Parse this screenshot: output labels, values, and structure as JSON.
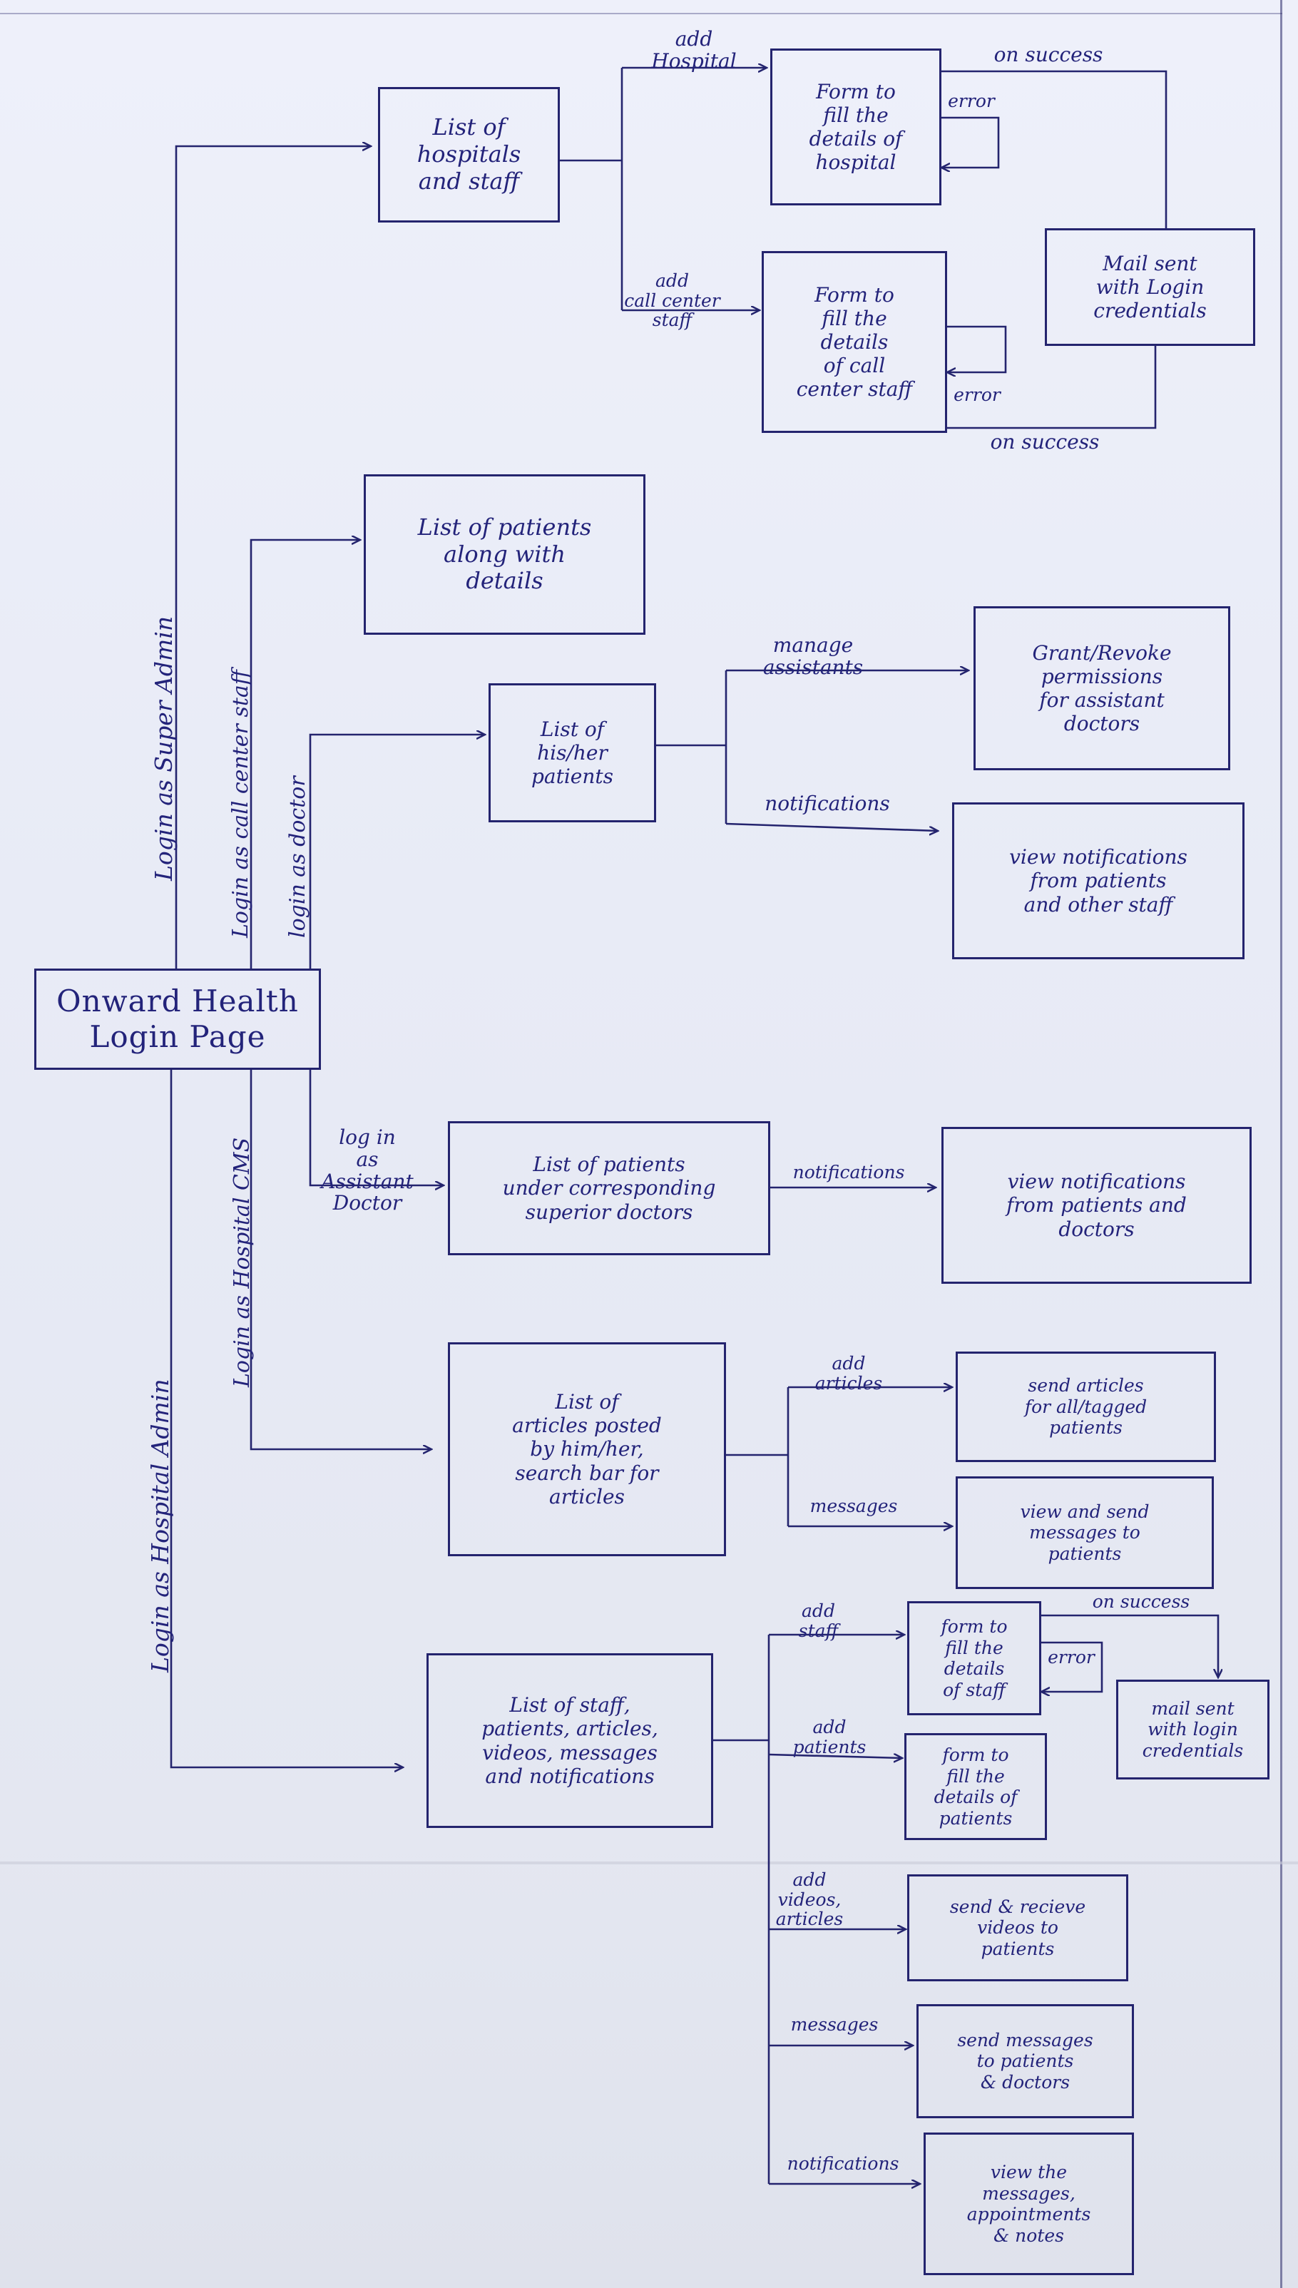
{
  "diagram": {
    "nodes": {
      "login_page": "Onward Health\nLogin Page",
      "hospitals_staff": "List of\nhospitals\nand staff",
      "form_hospital": "Form to\nfill the\ndetails of\nhospital",
      "form_callcenter": "Form to\nfill the\ndetails\nof call\ncenter staff",
      "mail_sent_top": "Mail sent\nwith Login\ncredentials",
      "patients_details": "List of patients\nalong with\ndetails",
      "his_her_patients": "List of\nhis/her\npatients",
      "grant_revoke": "Grant/Revoke\npermissions\nfor assistant\ndoctors",
      "view_notif_doctor": "view notifications\nfrom patients\nand other staff",
      "patients_superior": "List of patients\nunder corresponding\nsuperior doctors",
      "view_notif_assistant": "view notifications\nfrom patients and\ndoctors",
      "articles_posted": "List of\narticles posted\nby him/her,\nsearch bar for\narticles",
      "send_articles": "send articles\nfor all/tagged\npatients",
      "view_send_messages": "view and send\nmessages to\npatients",
      "list_staff_patients": "List of staff,\npatients, articles,\nvideos, messages\nand notifications",
      "form_staff": "form to\nfill the\ndetails\nof staff",
      "mail_sent_bottom": "mail sent\nwith login\ncredentials",
      "form_patients": "form to\nfill the\ndetails of\npatients",
      "send_receive_videos": "send & recieve\nvideos to\npatients",
      "send_messages": "send messages\nto patients\n& doctors",
      "view_messages_appointments": "view the\nmessages,\nappointments\n& notes"
    },
    "edge_labels": {
      "login_super_admin": "Login as Super Admin",
      "login_call_center": "Login as call center staff",
      "login_doctor": "login as doctor",
      "login_assistant": "log in\nas\nAssistant\nDoctor",
      "login_cms": "Login as Hospital CMS",
      "login_hospital_admin": "Login as Hospital Admin",
      "add_hospital": "add\nHospital",
      "add_call_center": "add\ncall center\nstaff",
      "error_1": "error",
      "error_2": "error",
      "on_success_1": "on success",
      "on_success_2": "on success",
      "manage_assistants": "manage\nassistants",
      "notifications_doctor": "notifications",
      "notifications_assistant": "notifications",
      "add_articles": "add\narticles",
      "messages_cms": "messages",
      "add_staff": "add\nstaff",
      "error_3": "error",
      "on_success_3": "on success",
      "add_patients": "add\npatients",
      "add_videos_articles": "add\nvideos,\narticles",
      "messages_admin": "messages",
      "notifications_admin": "notifications"
    }
  }
}
